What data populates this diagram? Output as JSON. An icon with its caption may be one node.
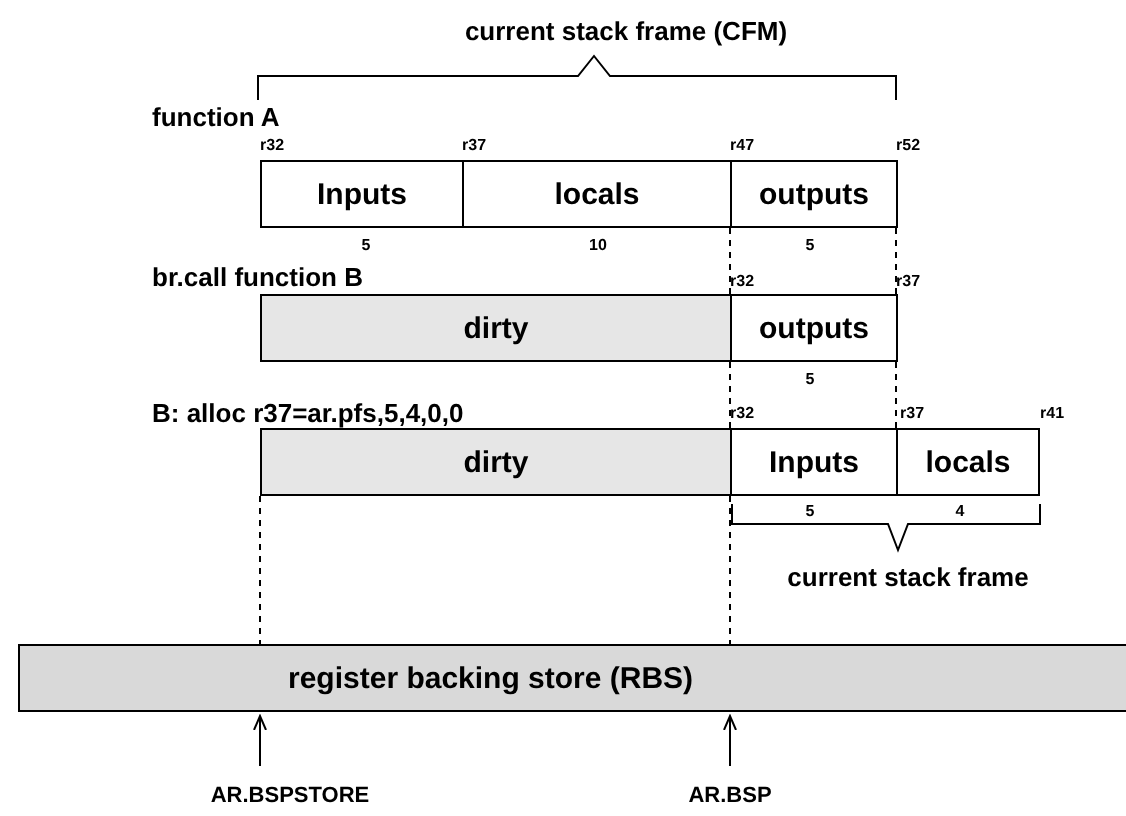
{
  "diagram": {
    "nodes": [
      {
        "text": [
          "Inputs"
        ]
      },
      {
        "text": [
          "locals"
        ]
      },
      {
        "text": [
          "outputs"
        ]
      },
      {
        "text": [
          "dirty"
        ]
      },
      {
        "text": [
          "outputs"
        ]
      },
      {
        "text": [
          "dirty"
        ]
      },
      {
        "text": [
          "Inputs"
        ]
      },
      {
        "text": [
          "locals"
        ]
      },
      {
        "text": [
          "register backing store (RBS)"
        ]
      },
      {
        "text": [
          "AR.BSPSTORE"
        ]
      },
      {
        "text": [
          "AR.BSP"
        ]
      }
    ],
    "edges": [
      {
        "from": 9,
        "to": 8,
        "arrow": "to"
      },
      {
        "from": 10,
        "to": 8,
        "arrow": "to"
      }
    ],
    "labels": [
      "current stack frame (CFM)",
      "function A",
      "r32",
      "r37",
      "r47",
      "r52",
      "5",
      "10",
      "5",
      "br.call function B",
      "r32",
      "r37",
      "5",
      "B: alloc r37=ar.pfs,5,4,0,0",
      "r32",
      "r37",
      "r41",
      "5",
      "4",
      "current stack frame"
    ]
  }
}
